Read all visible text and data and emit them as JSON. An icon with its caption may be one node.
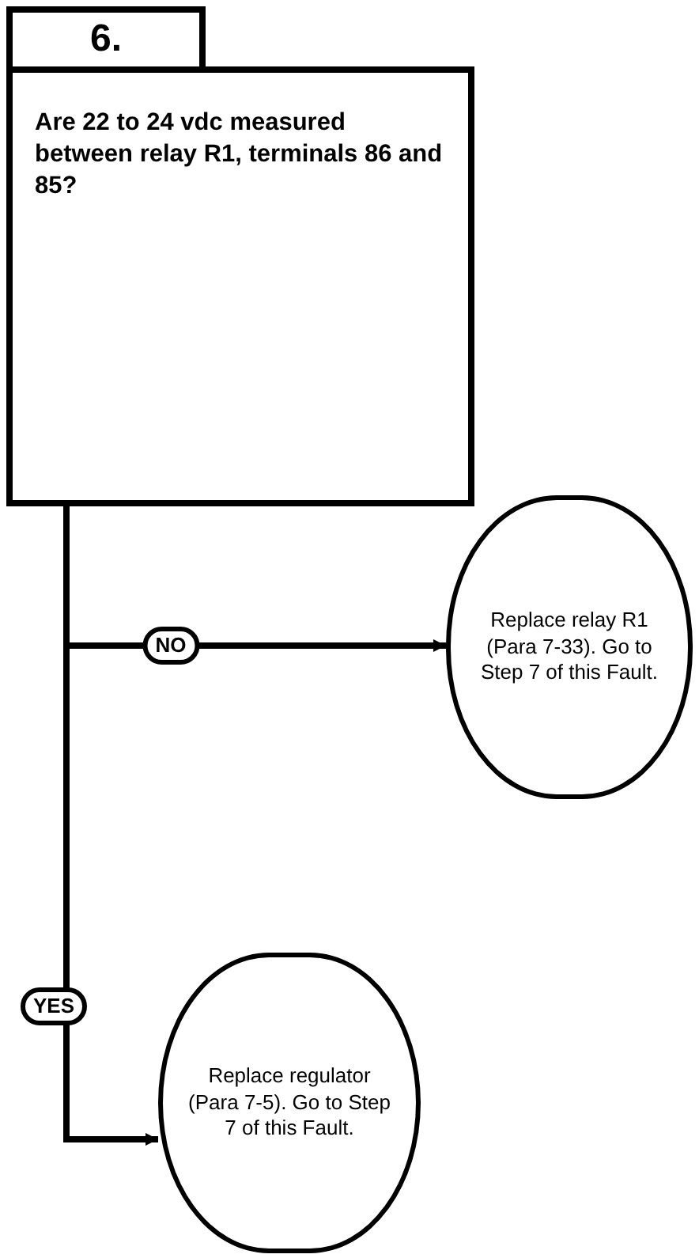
{
  "diagram": {
    "nodes": [
      {
        "text": [
          "6."
        ]
      },
      {
        "text": [
          "Are 22 to 24 vdc measured between relay R1, terminals 86 and 85?"
        ]
      },
      {
        "text": [
          "Replace relay R1 (Para 7-33).  Go to Step 7 of this Fault."
        ]
      },
      {
        "text": [
          "Replace regulator (Para 7-5).  Go to Step 7 of this Fault."
        ]
      }
    ],
    "edges": [
      {
        "from": 1,
        "to": 2,
        "arrow": "to",
        "label": "NO"
      },
      {
        "from": 1,
        "to": 3,
        "arrow": "to",
        "label": "YES"
      }
    ]
  }
}
